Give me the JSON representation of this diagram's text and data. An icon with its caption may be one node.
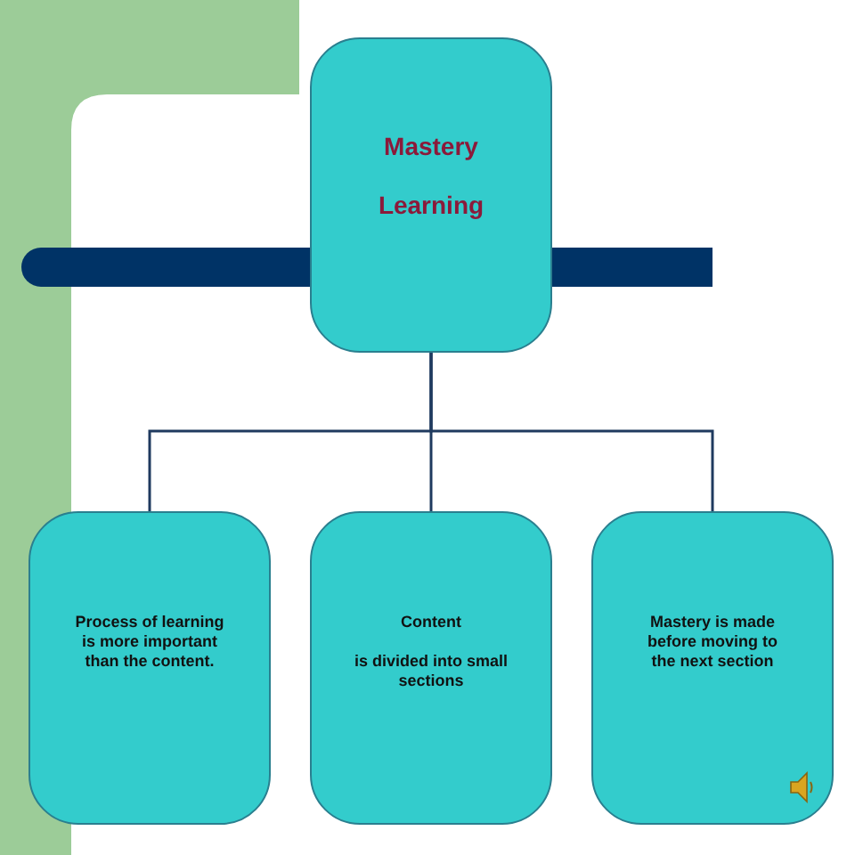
{
  "diagram": {
    "nodes": [
      {
        "text": [
          "Mastery",
          "Learning"
        ]
      },
      {
        "text": [
          "Process of learning is more important than the content."
        ]
      },
      {
        "text": [
          "Content",
          "is divided into small sections"
        ]
      },
      {
        "text": [
          "Mastery is made before moving to the next section"
        ]
      }
    ],
    "edges": [
      {
        "from": 0,
        "to": 1,
        "arrow": "none"
      },
      {
        "from": 0,
        "to": 2,
        "arrow": "none"
      },
      {
        "from": 0,
        "to": 3,
        "arrow": "none"
      }
    ]
  }
}
